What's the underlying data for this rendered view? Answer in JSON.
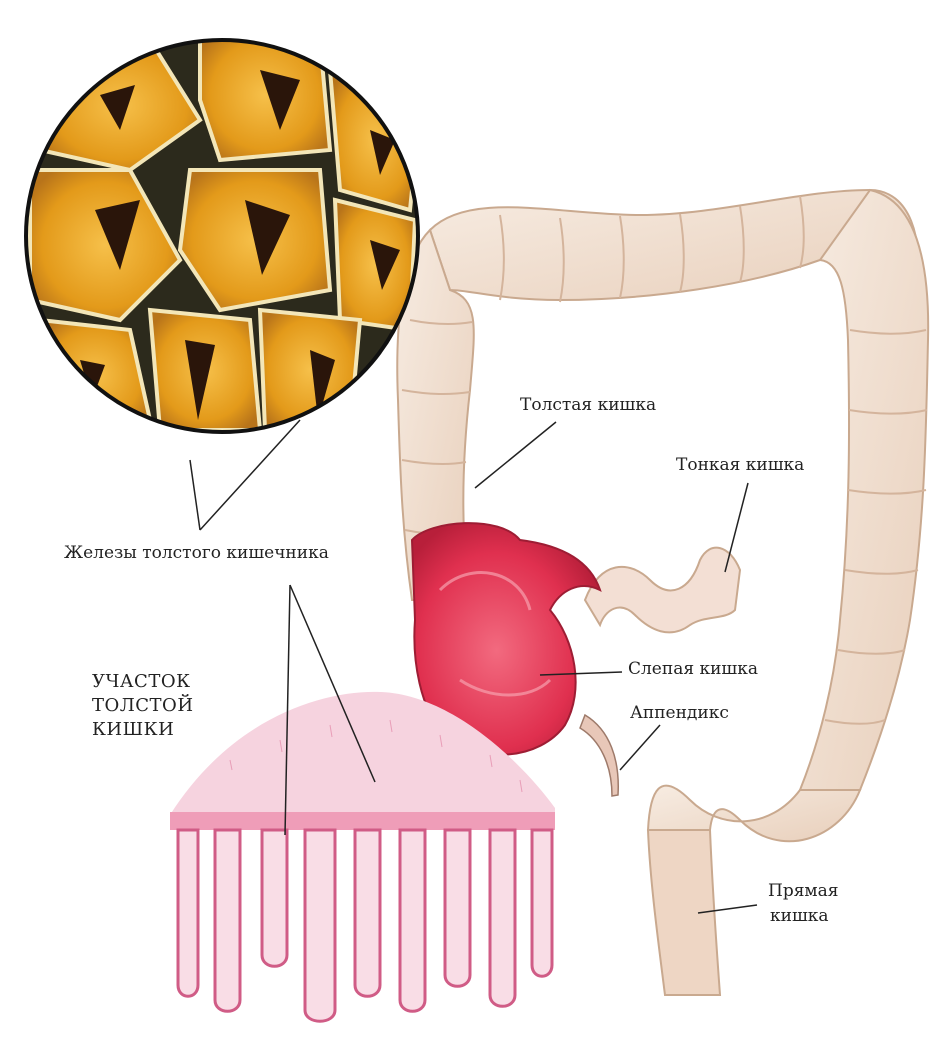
{
  "labels": {
    "large_intestine": "Толстая кишка",
    "small_intestine": "Тонкая кишка",
    "glands": "Железы толстого кишечника",
    "cecum": "Слепая кишка",
    "appendix": "Аппендикс",
    "rectum_line1": "Прямая",
    "rectum_line2": "кишка",
    "section_line1": "УЧАСТОК",
    "section_line2": "ТОЛСТОЙ",
    "section_line3": "КИШКИ"
  },
  "colors": {
    "gland_fill": "#e7a21c",
    "gland_dark": "#3a2410",
    "colon_fill": "#f4e2d2",
    "colon_shadow": "#d9bba3",
    "cecum_red": "#e2324f",
    "mucosa_pink": "#e889a8"
  }
}
